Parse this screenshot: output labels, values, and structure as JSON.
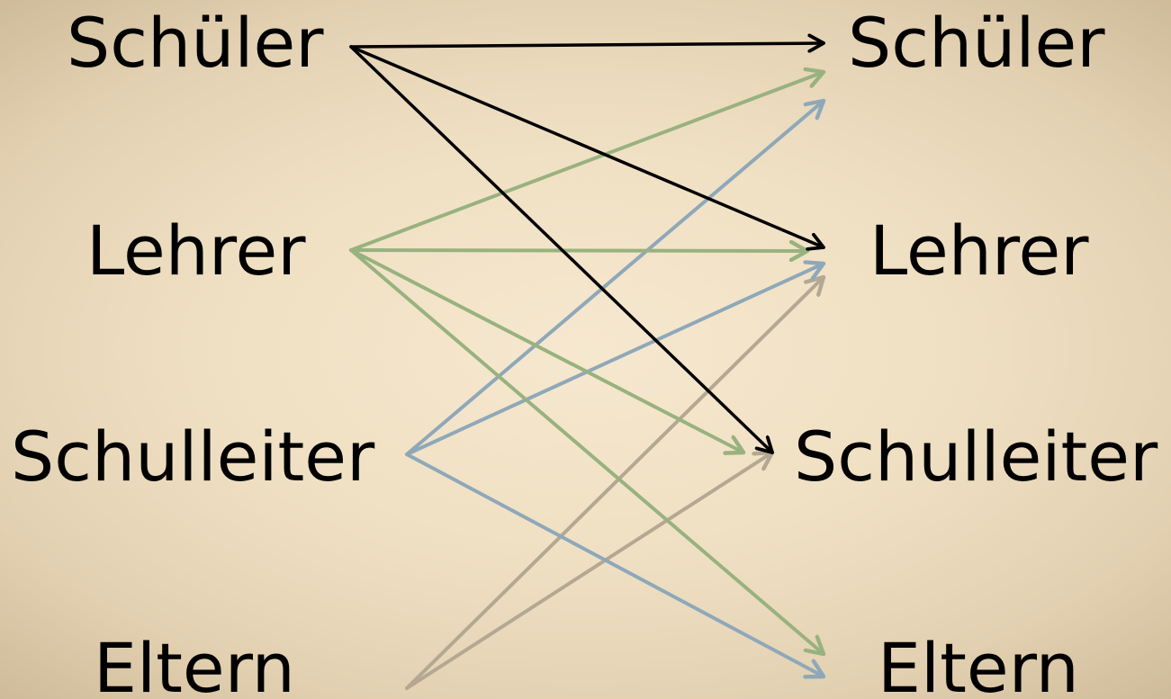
{
  "left_nodes": [
    {
      "id": "schueler",
      "label": "Schüler"
    },
    {
      "id": "lehrer",
      "label": "Lehrer"
    },
    {
      "id": "schulleiter",
      "label": "Schulleiter"
    },
    {
      "id": "eltern",
      "label": "Eltern"
    }
  ],
  "right_nodes": [
    {
      "id": "schueler",
      "label": "Schüler"
    },
    {
      "id": "lehrer",
      "label": "Lehrer"
    },
    {
      "id": "schulleiter",
      "label": "Schulleiter"
    },
    {
      "id": "eltern",
      "label": "Eltern"
    }
  ],
  "colors": {
    "schueler": "#000000",
    "lehrer": "#98b27f",
    "schulleiter": "#8ea8b9",
    "eltern": "#b4a893"
  },
  "edges": [
    {
      "from": "schueler",
      "to": "schueler"
    },
    {
      "from": "schueler",
      "to": "lehrer"
    },
    {
      "from": "schueler",
      "to": "schulleiter"
    },
    {
      "from": "lehrer",
      "to": "schueler"
    },
    {
      "from": "lehrer",
      "to": "lehrer"
    },
    {
      "from": "lehrer",
      "to": "schulleiter"
    },
    {
      "from": "lehrer",
      "to": "eltern"
    },
    {
      "from": "schulleiter",
      "to": "schueler"
    },
    {
      "from": "schulleiter",
      "to": "lehrer"
    },
    {
      "from": "schulleiter",
      "to": "eltern"
    },
    {
      "from": "eltern",
      "to": "lehrer"
    },
    {
      "from": "eltern",
      "to": "schulleiter"
    }
  ]
}
